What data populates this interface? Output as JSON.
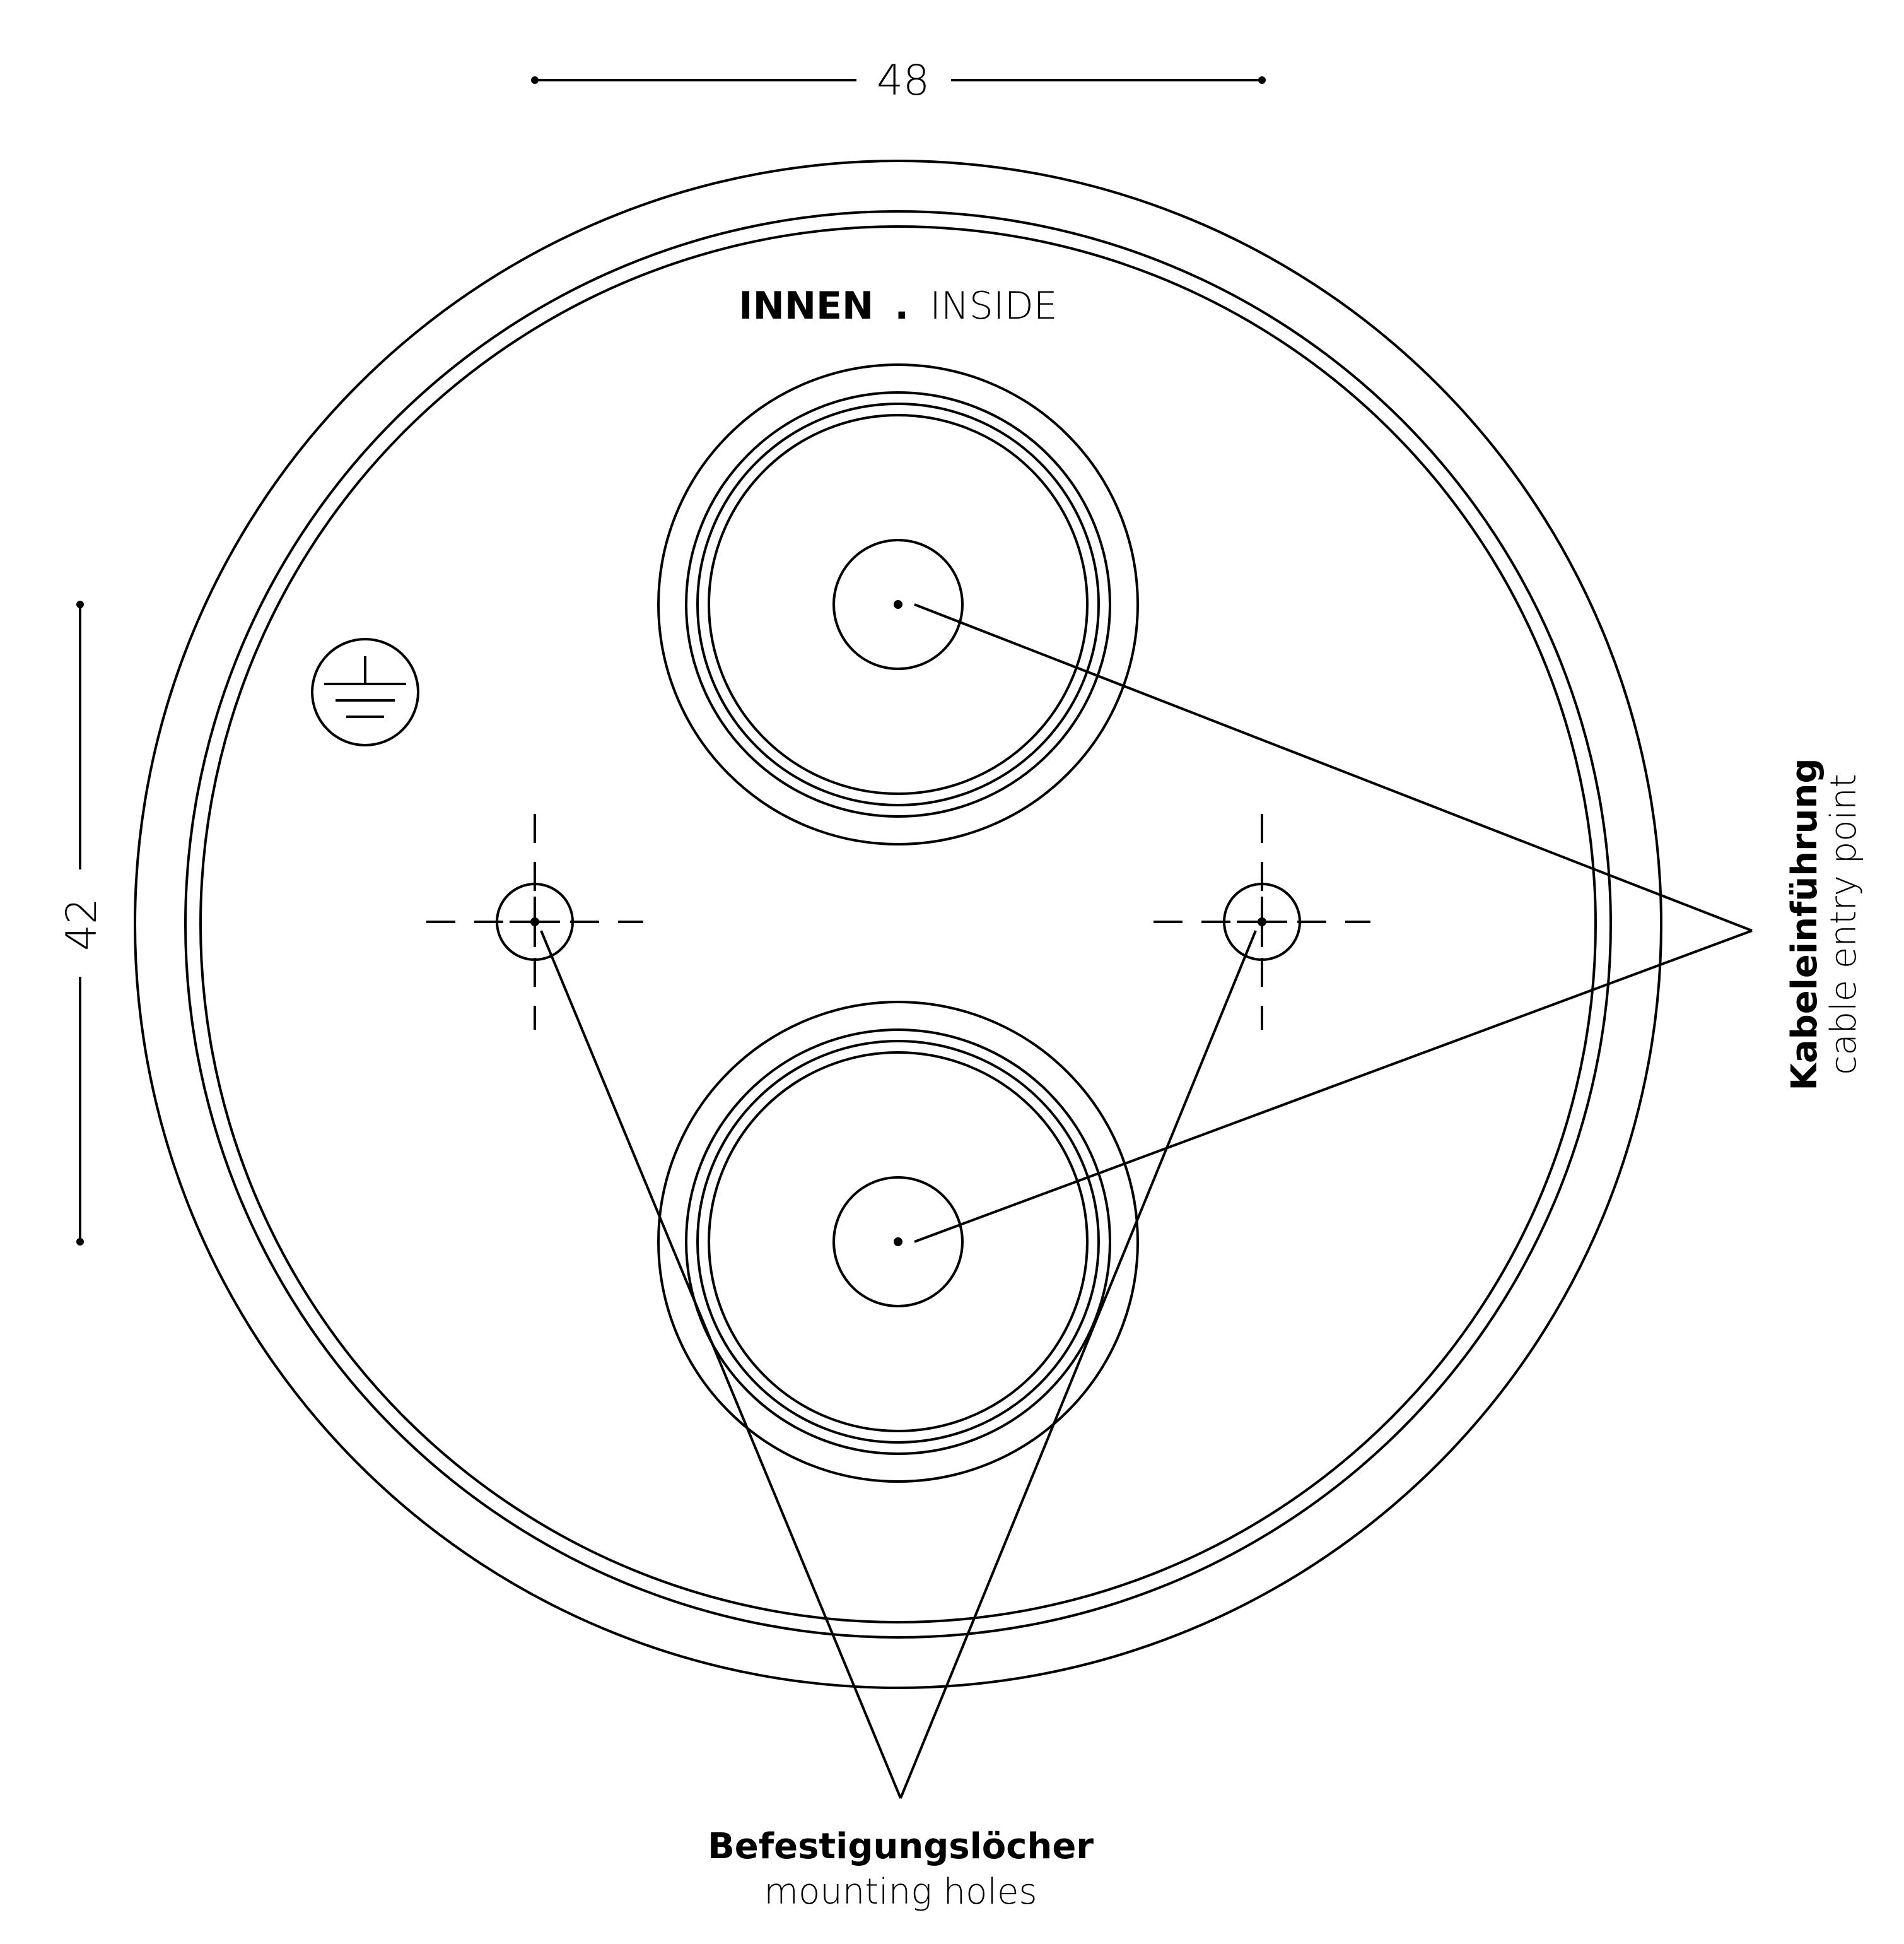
{
  "dimensions": {
    "width_value": "48",
    "height_value": "42"
  },
  "side_label": {
    "de": "INNEN",
    "separator": ".",
    "en": "INSIDE"
  },
  "callouts": {
    "cable_entry": {
      "de": "Kabeleinführung",
      "en": "cable entry point"
    },
    "mounting_holes": {
      "de": "Befestigungslöcher",
      "en": "mounting holes"
    }
  },
  "icons": {
    "ground": "ground-symbol-icon"
  },
  "colors": {
    "stroke": "#000000",
    "background": "#ffffff"
  }
}
